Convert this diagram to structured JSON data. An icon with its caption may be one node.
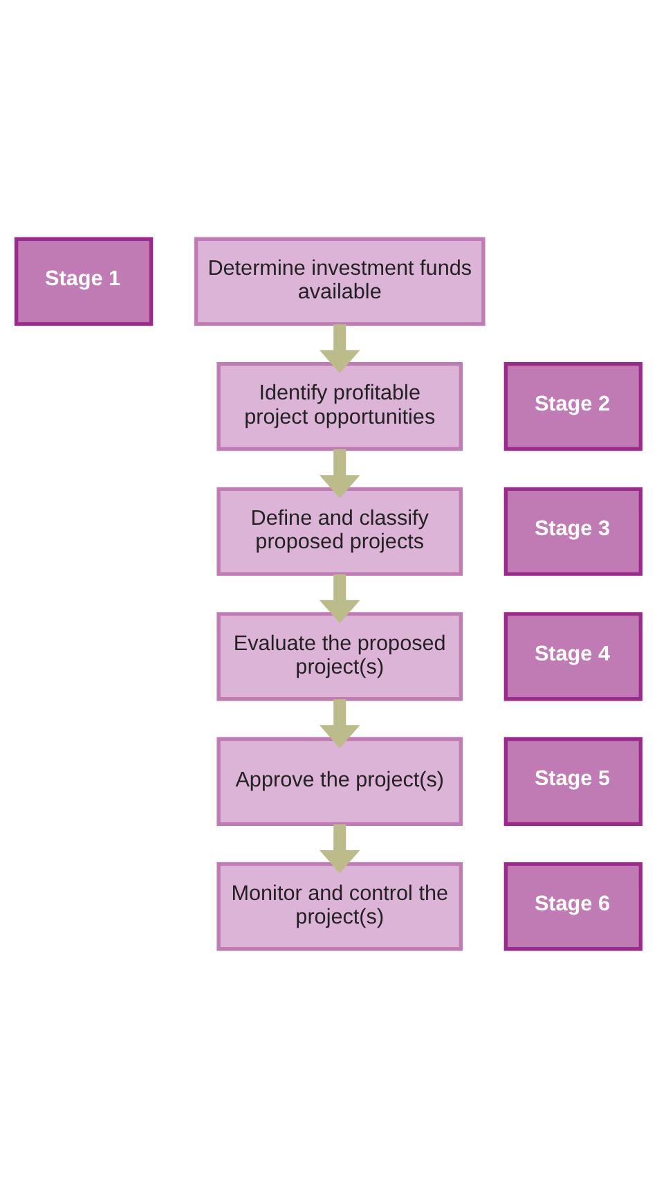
{
  "diagram": {
    "nodes": [
      {
        "text": [
          "Stage 1"
        ]
      },
      {
        "text": [
          "Determine investment funds available"
        ]
      },
      {
        "text": [
          "Stage 2"
        ]
      },
      {
        "text": [
          "Identify profitable project opportunities"
        ]
      },
      {
        "text": [
          "Stage 3"
        ]
      },
      {
        "text": [
          "Define and classify proposed projects"
        ]
      },
      {
        "text": [
          "Stage 4"
        ]
      },
      {
        "text": [
          "Evaluate the proposed project(s)"
        ]
      },
      {
        "text": [
          "Stage 5"
        ]
      },
      {
        "text": [
          "Approve the project(s)"
        ]
      },
      {
        "text": [
          "Stage 6"
        ]
      },
      {
        "text": [
          "Monitor and control the project(s)"
        ]
      }
    ],
    "edges": [
      {
        "from": 1,
        "to": 3,
        "arrow": "to"
      },
      {
        "from": 3,
        "to": 5,
        "arrow": "to"
      },
      {
        "from": 5,
        "to": 7,
        "arrow": "to"
      },
      {
        "from": 7,
        "to": 9,
        "arrow": "to"
      },
      {
        "from": 9,
        "to": 11,
        "arrow": "to"
      }
    ]
  }
}
